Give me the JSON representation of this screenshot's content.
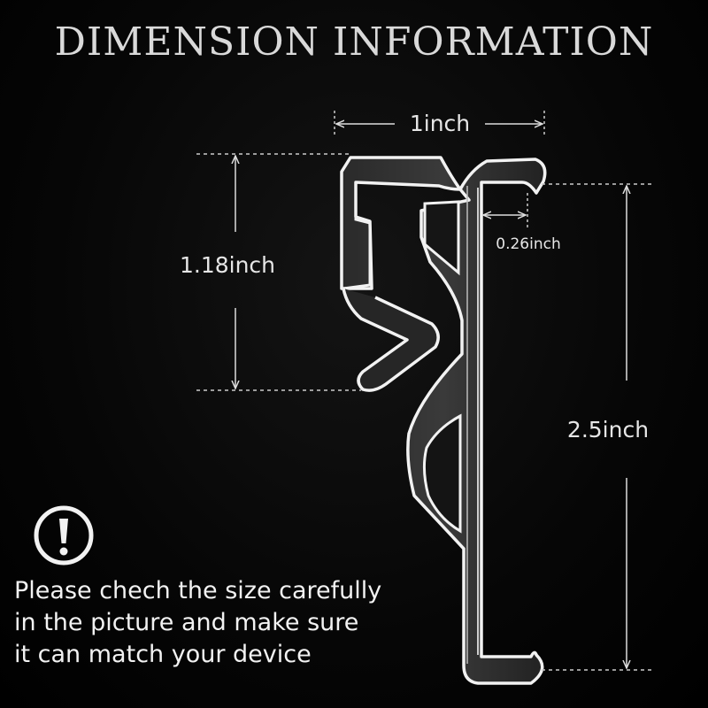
{
  "title": "DIMENSION INFORMATION",
  "dimensions": {
    "width": "1inch",
    "clip_height": "1.18inch",
    "gap": "0.26inch",
    "total_height": "2.5inch"
  },
  "warning_icon": "exclamation-circle-icon",
  "notice_lines": [
    "Please chech the size carefully",
    "in the picture and make sure",
    "it can match your device"
  ],
  "colors": {
    "background": "#000000",
    "text": "#f2f2f2",
    "hook": "#ffffff"
  }
}
